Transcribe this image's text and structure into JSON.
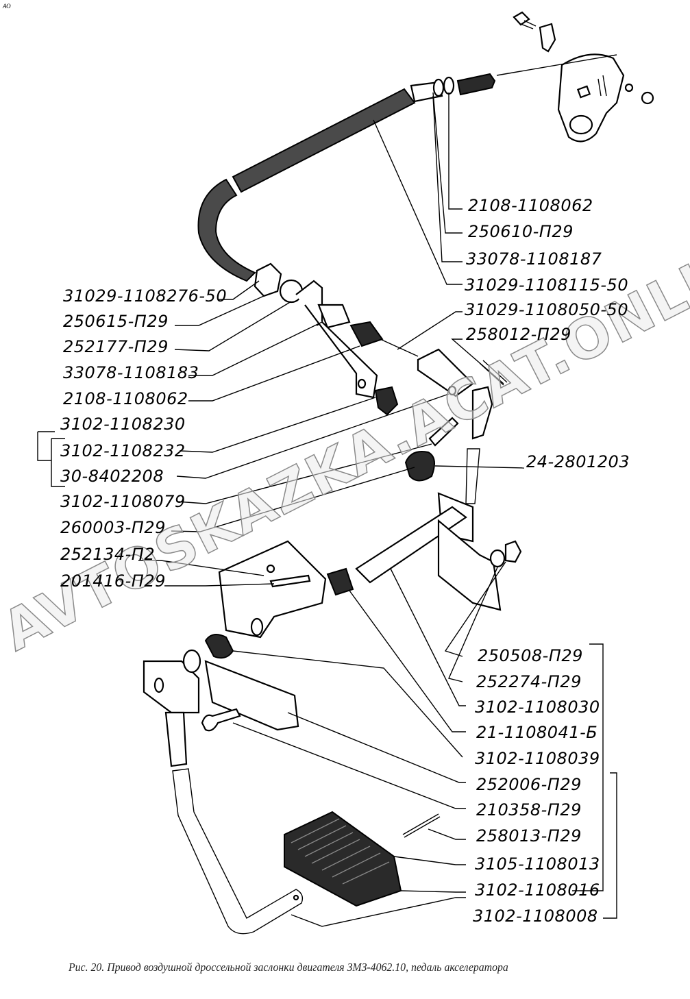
{
  "corner_mark": "АО",
  "watermark": "AVTOSKAZKA.ACAT.ONLINE",
  "caption": "Рис. 20. Привод воздушной дроссельной заслонки двигателя ЗМЗ-4062.10, педаль акселератора",
  "labels": {
    "right_top": [
      "2108-1108062",
      "250610-П29",
      "33078-1108187",
      "31029-1108115-50",
      "31029-1108050-50",
      "258012-П29"
    ],
    "left": [
      "31029-1108276-50",
      "250615-П29",
      "252177-П29",
      "33078-1108183",
      "2108-1108062",
      "3102-1108230",
      "3102-1108232",
      "30-8402208",
      "3102-1108079",
      "260003-П29",
      "252134-П2",
      "201416-П29"
    ],
    "right_mid": [
      "24-2801203"
    ],
    "right_bottom": [
      "250508-П29",
      "252274-П29",
      "3102-1108030",
      "21-1108041-Б",
      "3102-1108039",
      "252006-П29",
      "210358-П29",
      "258013-П29",
      "3105-1108013",
      "3102-1108016",
      "3102-1108008"
    ]
  }
}
